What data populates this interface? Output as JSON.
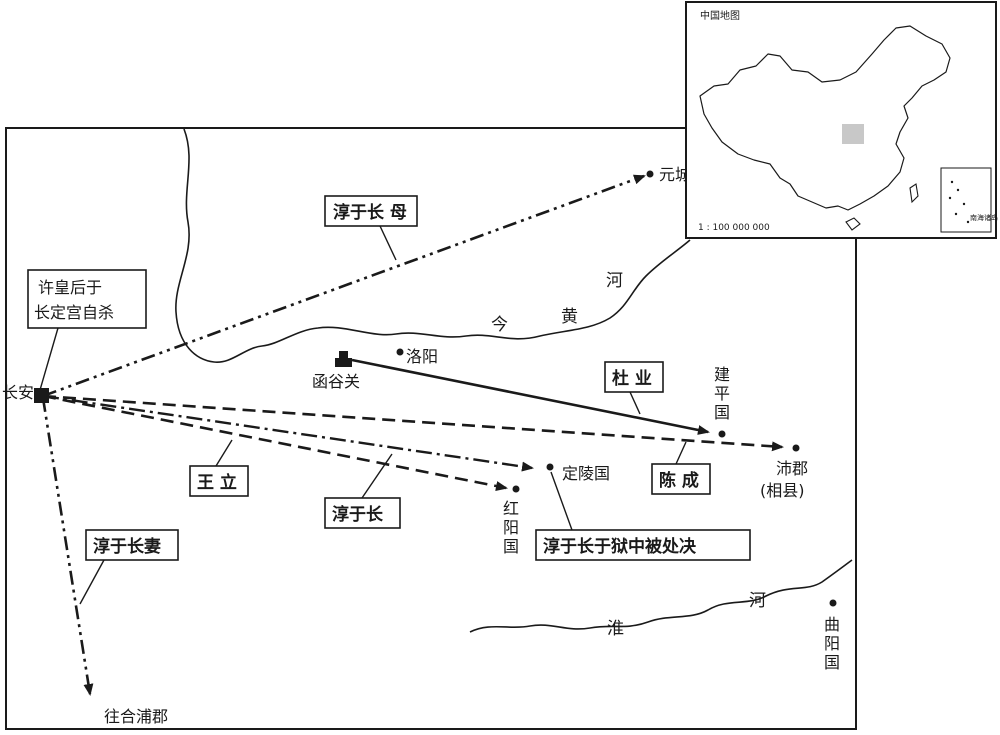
{
  "places": {
    "changan": "长安",
    "yuancheng": "元城",
    "luoyang": "洛阳",
    "hanguguan": "函谷关",
    "jianpingguo": [
      "建",
      "平",
      "国"
    ],
    "peijun": "沛郡",
    "xiangxian": "(相县)",
    "dinglingguo": "定陵国",
    "hongyangguo": [
      "红",
      "阳",
      "国"
    ],
    "quyangguo": [
      "曲",
      "阳",
      "国"
    ],
    "hepu": "往合浦郡"
  },
  "rivers": {
    "huanghe": [
      "今",
      "黄",
      "河"
    ],
    "huaihe": [
      "淮",
      "河"
    ]
  },
  "labels": {
    "empress_line1": "许皇后于",
    "empress_line2": "长定宫自杀",
    "chunyu_mother": "淳于长 母",
    "du_ye": "杜 业",
    "chen_cheng": "陈 成",
    "wang_li": "王 立",
    "chunyu_chang": "淳于长",
    "chunyu_executed": "淳于长于狱中被处决",
    "chunyu_wife": "淳于长妻"
  },
  "inset": {
    "title": "中国地图",
    "scale": "1 : 100 000 000",
    "south_sea_label": "南海诸岛"
  }
}
